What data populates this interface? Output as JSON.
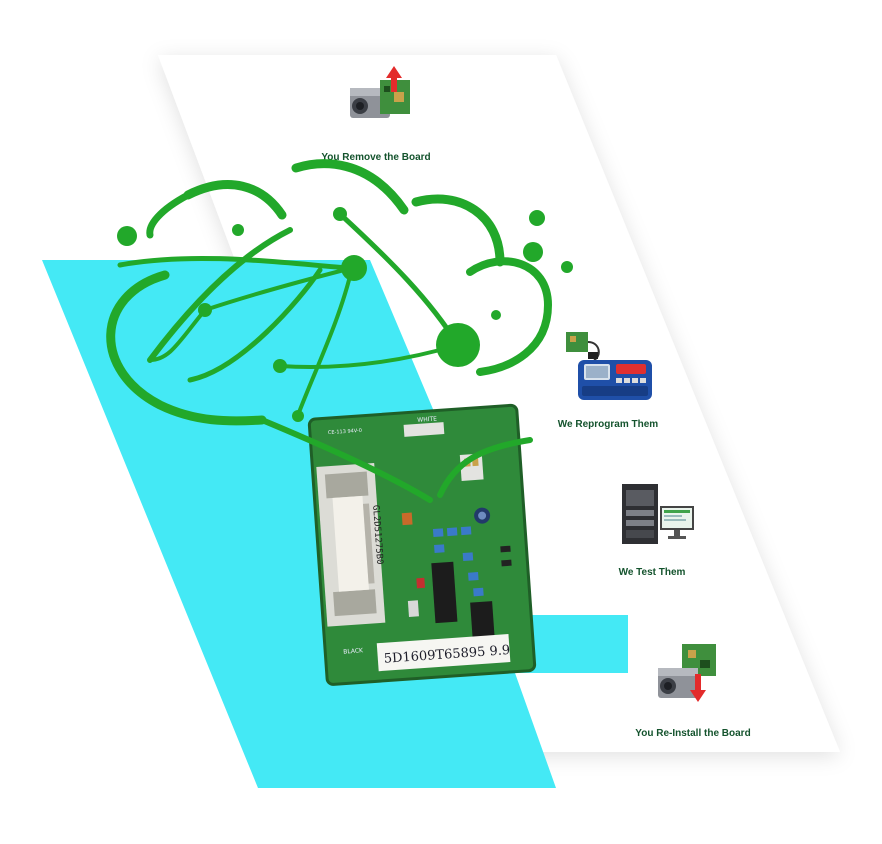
{
  "steps": [
    {
      "label": "You Remove the Board",
      "icon": "board-remove-icon"
    },
    {
      "label": "We Reprogram Them",
      "icon": "programmer-icon"
    },
    {
      "label": "We Test Them",
      "icon": "test-station-icon"
    },
    {
      "label": "You Re-Install the Board",
      "icon": "board-install-icon"
    }
  ],
  "board": {
    "handwritten_label": "5D1609T65895 9.9",
    "fuse_text": "GL2D51275B0",
    "silkscreen": [
      "WHITE",
      "BLACK",
      "CE-113 94V-0"
    ]
  },
  "colors": {
    "accent_cyan": "#44e9f5",
    "logo_green": "#22a82a",
    "label_green": "#14532d",
    "pcb_green": "#2f8a3a"
  }
}
